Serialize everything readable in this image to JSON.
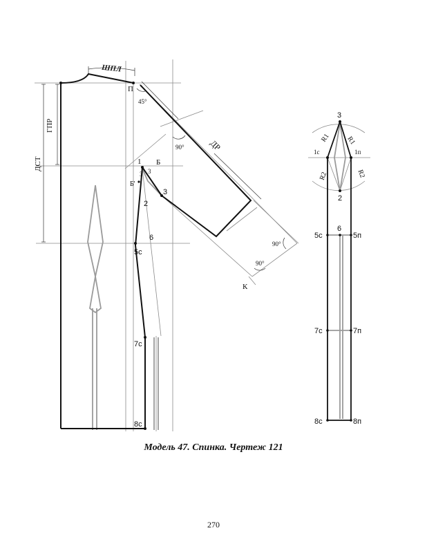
{
  "figure": {
    "caption": "Модель 47. Спинка. Чертеж 121",
    "page_number": "270",
    "main_labels": {
      "shoulder_width": "ШПЛ",
      "point_p": "П",
      "angle_45": "45°",
      "angle_90_shoulder": "90°",
      "sleeve_length": "ДР",
      "armhole_depth": "ГПР",
      "back_length": "ДСТ",
      "point_1": "1",
      "point_b": "Б",
      "point_b1": "Б'",
      "point_3a": "3",
      "point_3b": "3",
      "point_3c": "3",
      "point_2": "2",
      "point_6": "6",
      "point_5c": "5с",
      "point_7c": "7с",
      "point_8c": "8с",
      "angle_90_cuff": "90°",
      "angle_90_bottom": "90°",
      "point_k": "К"
    },
    "side_labels": {
      "point_3": "3",
      "r1_left": "R1",
      "r1_right": "R1",
      "point_1c": "1с",
      "point_1p": "1п",
      "r2_left": "R2",
      "r2_right": "R2",
      "point_2": "2",
      "point_5c": "5с",
      "point_6": "6",
      "point_5p": "5п",
      "point_7c": "7с",
      "point_7p": "7п",
      "point_8c": "8с",
      "point_8p": "8п"
    }
  }
}
